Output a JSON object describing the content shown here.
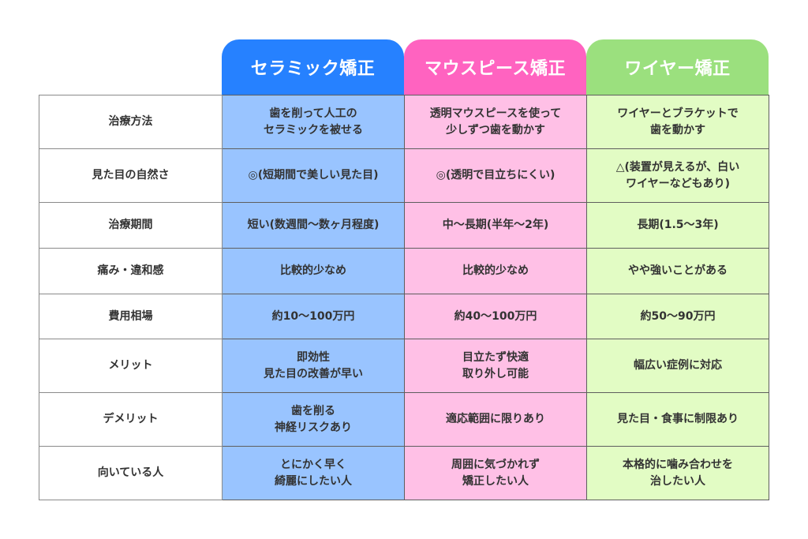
{
  "colors": {
    "ceramic_header": "#2681ff",
    "ceramic_cell": "#99c4ff",
    "mouthpiece_header": "#ff63c0",
    "mouthpiece_cell": "#ffc0e6",
    "wire_header": "#9be07e",
    "wire_cell": "#e2fcc4",
    "text": "#333333",
    "border": "#5e5e5e"
  },
  "columns": [
    {
      "key": "ceramic",
      "title": "セラミック矯正"
    },
    {
      "key": "mouthpiece",
      "title": "マウスピース矯正"
    },
    {
      "key": "wire",
      "title": "ワイヤー矯正"
    }
  ],
  "rows": [
    {
      "label": "治療方法",
      "ceramic": "歯を削って人工の\nセラミックを被せる",
      "mouthpiece": "透明マウスピースを使って\n少しずつ歯を動かす",
      "wire": "ワイヤーとブラケットで\n歯を動かす"
    },
    {
      "label": "見た目の自然さ",
      "ceramic": "◎(短期間で美しい見た目)",
      "mouthpiece": "◎(透明で目立ちにくい)",
      "wire": "△(装置が見えるが、白い\nワイヤーなどもあり)"
    },
    {
      "label": "治療期間",
      "ceramic": "短い(数週間〜数ヶ月程度)",
      "mouthpiece": "中〜長期(半年〜2年)",
      "wire": "長期(1.5〜3年)"
    },
    {
      "label": "痛み・違和感",
      "ceramic": "比較的少なめ",
      "mouthpiece": "比較的少なめ",
      "wire": "やや強いことがある"
    },
    {
      "label": "費用相場",
      "ceramic": "約10〜100万円",
      "mouthpiece": "約40〜100万円",
      "wire": "約50〜90万円"
    },
    {
      "label": "メリット",
      "ceramic": "即効性\n見た目の改善が早い",
      "mouthpiece": "目立たず快適\n取り外し可能",
      "wire": "幅広い症例に対応"
    },
    {
      "label": "デメリット",
      "ceramic": "歯を削る\n神経リスクあり",
      "mouthpiece": "適応範囲に限りあり",
      "wire": "見た目・食事に制限あり"
    },
    {
      "label": "向いている人",
      "ceramic": "とにかく早く\n綺麗にしたい人",
      "mouthpiece": "周囲に気づかれず\n矯正したい人",
      "wire": "本格的に噛み合わせを\n治したい人"
    }
  ]
}
